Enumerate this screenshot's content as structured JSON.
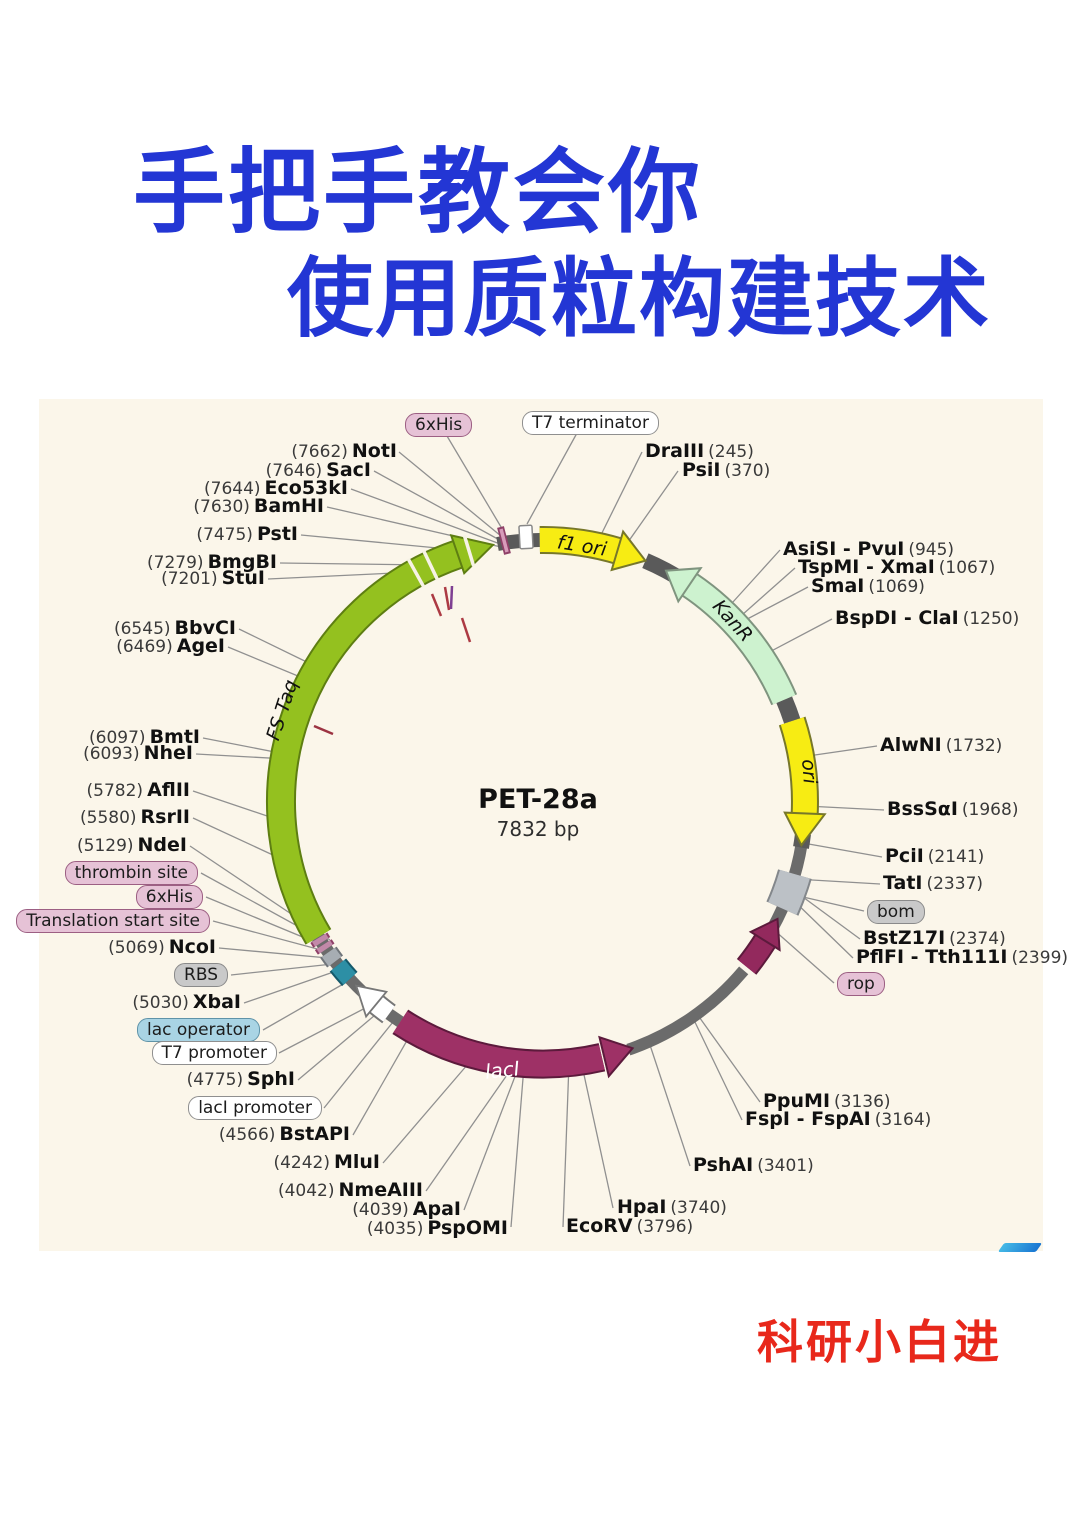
{
  "title": {
    "line1": "手把手教会你",
    "line2": "使用质粒构建技术"
  },
  "footer": {
    "watermark": "科研小白进"
  },
  "plasmid": {
    "name": "PET-28a",
    "size": "7832 bp",
    "features": {
      "fs_taq": "FS Taq",
      "f1_ori": "f1 ori",
      "kanr": "KanR",
      "ori": "ori",
      "laci": "lacI"
    },
    "colors": {
      "backbone_gray": "#6b6b6b",
      "cds_green": "#94c11f",
      "ori_yellow": "#f7ec13",
      "kanr_mint": "#cdf2cf",
      "laci_magenta": "#9e3166",
      "rop_maroon": "#93295d",
      "panel_bg": "#fbf6ea",
      "title_blue": "#2336d4",
      "watermark_red": "#e8281b"
    },
    "sites_left": [
      {
        "pos": "(7662)",
        "name": "NotI"
      },
      {
        "pos": "(7646)",
        "name": "SacI"
      },
      {
        "pos": "(7644)",
        "name": "Eco53kI"
      },
      {
        "pos": "(7630)",
        "name": "BamHI"
      },
      {
        "pos": "(7475)",
        "name": "PstI"
      },
      {
        "pos": "(7279)",
        "name": "BmgBI"
      },
      {
        "pos": "(7201)",
        "name": "StuI"
      },
      {
        "pos": "(6545)",
        "name": "BbvCI"
      },
      {
        "pos": "(6469)",
        "name": "AgeI"
      },
      {
        "pos": "(6097)",
        "name": "BmtI"
      },
      {
        "pos": "(6093)",
        "name": "NheI"
      },
      {
        "pos": "(5782)",
        "name": "AflII"
      },
      {
        "pos": "(5580)",
        "name": "RsrII"
      },
      {
        "pos": "(5129)",
        "name": "NdeI"
      },
      {
        "pos": "(5069)",
        "name": "NcoI"
      },
      {
        "pos": "(5030)",
        "name": "XbaI"
      },
      {
        "pos": "(4775)",
        "name": "SphI"
      },
      {
        "pos": "(4566)",
        "name": "BstAPI"
      },
      {
        "pos": "(4242)",
        "name": "MluI"
      },
      {
        "pos": "(4042)",
        "name": "NmeAIII"
      },
      {
        "pos": "(4039)",
        "name": "ApaI"
      },
      {
        "pos": "(4035)",
        "name": "PspOMI"
      }
    ],
    "sites_right": [
      {
        "name": "DraIII",
        "pos": "(245)"
      },
      {
        "name": "PsiI",
        "pos": "(370)"
      },
      {
        "name": "AsiSI - PvuI",
        "pos": "(945)"
      },
      {
        "name": "TspMI - XmaI",
        "pos": "(1067)"
      },
      {
        "name": "SmaI",
        "pos": "(1069)"
      },
      {
        "name": "BspDI - ClaI",
        "pos": "(1250)"
      },
      {
        "name": "AlwNI",
        "pos": "(1732)"
      },
      {
        "name": "BssSαI",
        "pos": "(1968)"
      },
      {
        "name": "PciI",
        "pos": "(2141)"
      },
      {
        "name": "TatI",
        "pos": "(2337)"
      },
      {
        "name": "BstZ17I",
        "pos": "(2374)"
      },
      {
        "name": "PflFI - Tth111I",
        "pos": "(2399)"
      },
      {
        "name": "PpuMI",
        "pos": "(3136)"
      },
      {
        "name": "FspI - FspAI",
        "pos": "(3164)"
      },
      {
        "name": "PshAI",
        "pos": "(3401)"
      },
      {
        "name": "HpaI",
        "pos": "(3740)"
      },
      {
        "name": "EcoRV",
        "pos": "(3796)"
      }
    ],
    "badges": {
      "his_top": "6xHis",
      "t7_terminator": "T7 terminator",
      "thrombin": "thrombin site",
      "his_left": "6xHis",
      "translation_start": "Translation start site",
      "rbs": "RBS",
      "lac_operator": "lac operator",
      "t7_promoter": "T7 promoter",
      "laci_promoter": "lacI promoter",
      "bom": "bom",
      "rop": "rop"
    }
  }
}
